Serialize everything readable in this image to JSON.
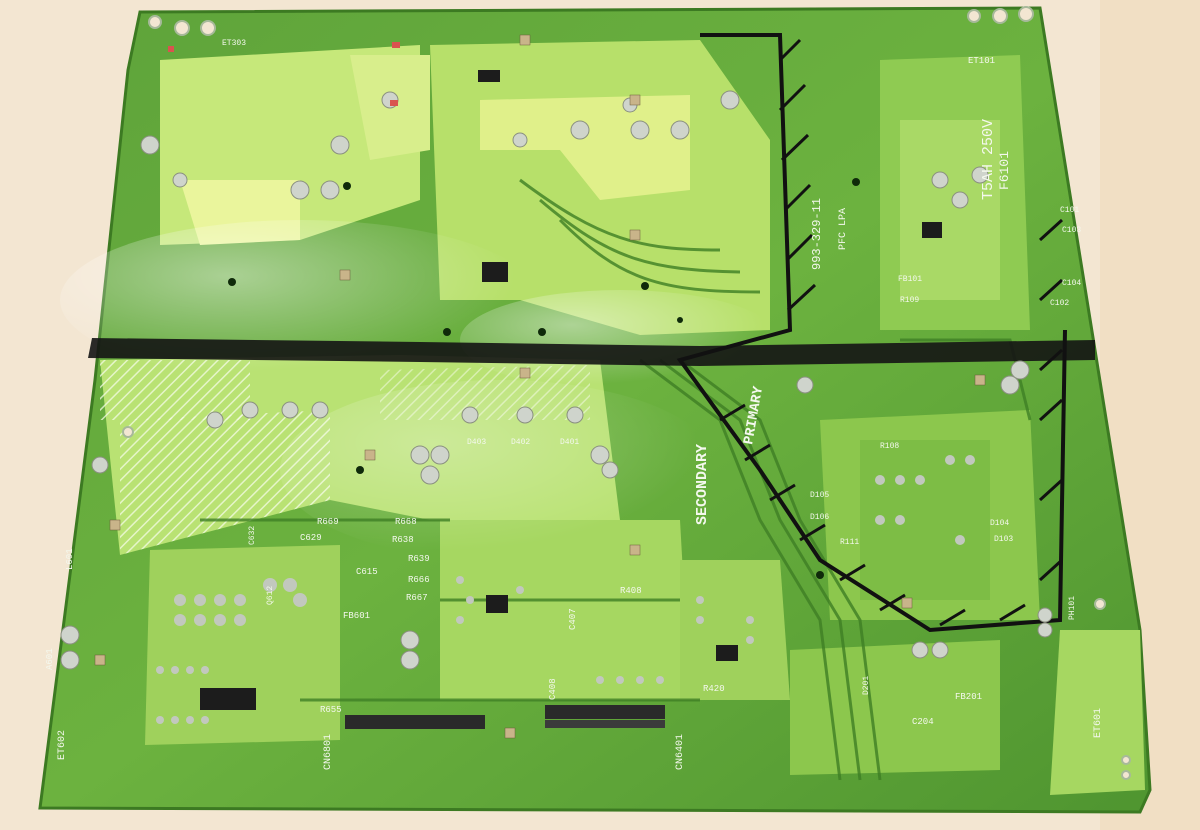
{
  "photo": {
    "subject": "",
    "colors": {
      "background": "#f3e6d2",
      "board_dark": "#3f8a2a",
      "board_mid": "#6fb13e",
      "board_light": "#c9ec7a",
      "copper_pad": "#d8e8a8",
      "solder": "#cfd4cc",
      "chip": "#1c1c1c",
      "silkscreen": "#f4f8ee",
      "isolation_line": "#111111"
    }
  },
  "silkscreen": {
    "secondary": "SECONDARY",
    "primary": "PRIMARY",
    "fuse_rating": "T5AH 250V",
    "fuse_ref": "F6101",
    "part_number": "993-329-11",
    "pfc": "PFC LPA",
    "cn6801": "CN6801",
    "cn6401": "CN6401",
    "et601": "ET601",
    "et602": "ET602",
    "et101": "ET101",
    "et303": "ET303",
    "r669": "R669",
    "r668": "R668",
    "r638": "R638",
    "r639": "R639",
    "r666": "R666",
    "r667": "R667",
    "r655": "R655",
    "r420": "R420",
    "r408": "R408",
    "c408": "C408",
    "c407": "C407",
    "c615": "C615",
    "fb601": "FB601",
    "fb201": "FB201",
    "c204": "C204",
    "d201": "D201",
    "d403": "D403",
    "d402": "D402",
    "d401": "D401",
    "d104": "D104",
    "d105": "D105",
    "d106": "D106",
    "d103": "D103",
    "r109": "R109",
    "c101": "C101",
    "c102": "C102",
    "c103": "C103",
    "c104": "C104",
    "fb101": "FB101",
    "l601": "L601",
    "a601": "A601",
    "r111": "R111",
    "r108": "R108",
    "ph101": "PH101",
    "c629": "C629",
    "c632": "C632",
    "q612": "Q612"
  }
}
